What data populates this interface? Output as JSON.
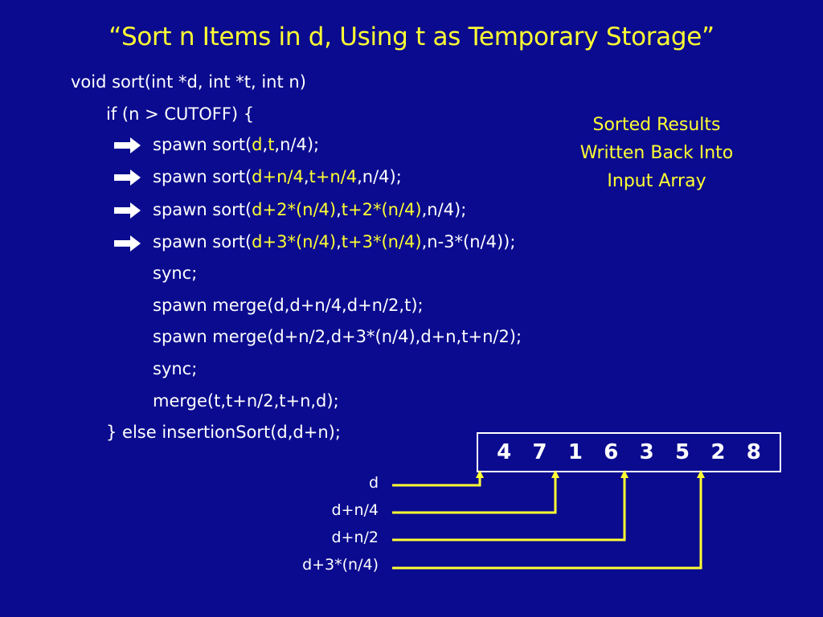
{
  "title": "“Sort n Items in d, Using t as Temporary Storage”",
  "code": {
    "l1": "void sort(int *d, int *t, int n)",
    "l2": "if (n > CUTOFF) {",
    "l3": {
      "a": "spawn sort(",
      "b": "d",
      "c": ",",
      "d": "t",
      "e": ",n/4);"
    },
    "l4": {
      "a": "spawn sort(",
      "b": "d+n/4",
      "c": ",",
      "d": "t+n/4",
      "e": ",n/4);"
    },
    "l5": {
      "a": "spawn sort(",
      "b": "d+2*(n/4)",
      "c": ",",
      "d": "t+2*(n/4)",
      "e": ",n/4);"
    },
    "l6": {
      "a": "spawn sort(",
      "b": "d+3*(n/4)",
      "c": ",",
      "d": "t+3*(n/4)",
      "e": ",n-3*(n/4));"
    },
    "l7": "sync;",
    "l8": "spawn merge(d,d+n/4,d+n/2,t);",
    "l9": "spawn merge(d+n/2,d+3*(n/4),d+n,t+n/2);",
    "l10": "sync;",
    "l11": "merge(t,t+n/2,t+n,d);",
    "l12": "} else insertionSort(d,d+n);"
  },
  "side_note": {
    "line1": "Sorted Results",
    "line2": "Written Back Into",
    "line3": "Input Array"
  },
  "array": [
    "4",
    "7",
    "1",
    "6",
    "3",
    "5",
    "2",
    "8"
  ],
  "pointers": {
    "p0": "d",
    "p1": "d+n/4",
    "p2": "d+n/2",
    "p3": "d+3*(n/4)"
  },
  "colors": {
    "background": "#0B0B8F",
    "highlight": "#FFFF33",
    "text": "#FFFFFF"
  },
  "icons": {
    "arrow": "right-arrow-icon"
  }
}
